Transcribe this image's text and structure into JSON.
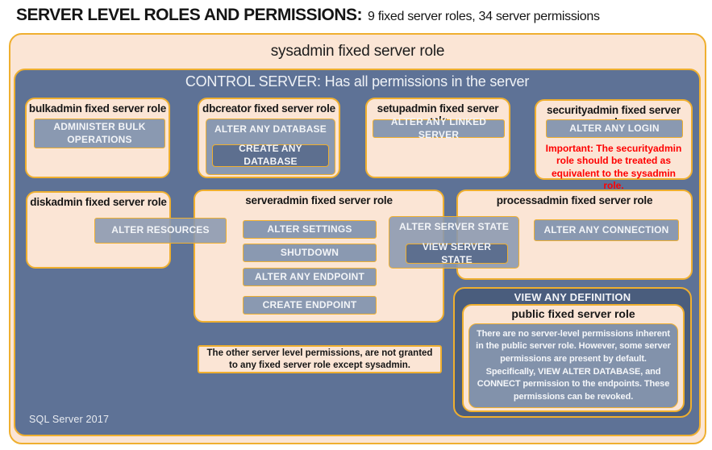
{
  "title": {
    "main": "SERVER LEVEL ROLES AND PERMISSIONS:",
    "sub": "9 fixed server roles, 34 server permissions"
  },
  "sysadmin_label": "sysadmin fixed server role",
  "control_server_label": "CONTROL SERVER: Has all permissions in the server",
  "roles": {
    "bulkadmin": {
      "title": "bulkadmin fixed server role",
      "perm_administer_bulk": "ADMINISTER  BULK OPERATIONS"
    },
    "dbcreator": {
      "title": "dbcreator fixed server role",
      "perm_alter_any_database": "ALTER ANY DATABASE",
      "perm_create_any_database": "CREATE  ANY DATABASE"
    },
    "setupadmin": {
      "title": "setupadmin fixed server role",
      "perm_alter_any_linked_server": "ALTER ANY LINKED SERVER"
    },
    "securityadmin": {
      "title": "securityadmin  fixed server role",
      "perm_alter_any_login": "ALTER ANY LOGIN",
      "warning": "Important:  The securityadmin role should  be treated as equivalent to  the  sysadmin role."
    },
    "diskadmin": {
      "title": "diskadmin  fixed server role",
      "perm_alter_resources": "ALTER RESOURCES"
    },
    "serveradmin": {
      "title": "serveradmin fixed server role",
      "perm_alter_settings": "ALTER SETTINGS",
      "perm_shutdown": "SHUTDOWN",
      "perm_alter_any_endpoint": "ALTER ANY ENDPOINT",
      "perm_create_endpoint": "CREATE  ENDPOINT",
      "perm_alter_server_state": "ALTER SERVER  STATE",
      "perm_view_server_state": "VIEW  SERVER  STATE"
    },
    "processadmin": {
      "title": "processadmin  fixed server role",
      "perm_alter_any_connection": "ALTER ANY CONNECTION"
    },
    "public": {
      "view_any_definition": "VIEW ANY DEFINITION",
      "title": "public  fixed server role",
      "description": "There are no server-level permissions inherent in the public server role. However, some server permissions are present by default. Specifically, VIEW ALTER DATABASE, and CONNECT permission to the endpoints. These permissions can be revoked."
    }
  },
  "note": "The other server level permissions,  are not granted to any fixed server role except sysadmin.",
  "footer": "SQL Server  2017",
  "colors": {
    "peach_fill": "#FBE5D5",
    "gold_border": "#EFAF2F",
    "slate_background": "#5E7296",
    "button_fill": "#8A99B1",
    "nested_button_fill": "#5D6F8F",
    "dark_panel_fill": "#4A5D7D",
    "description_fill": "#8292AB",
    "warning_red": "#FE0000"
  }
}
